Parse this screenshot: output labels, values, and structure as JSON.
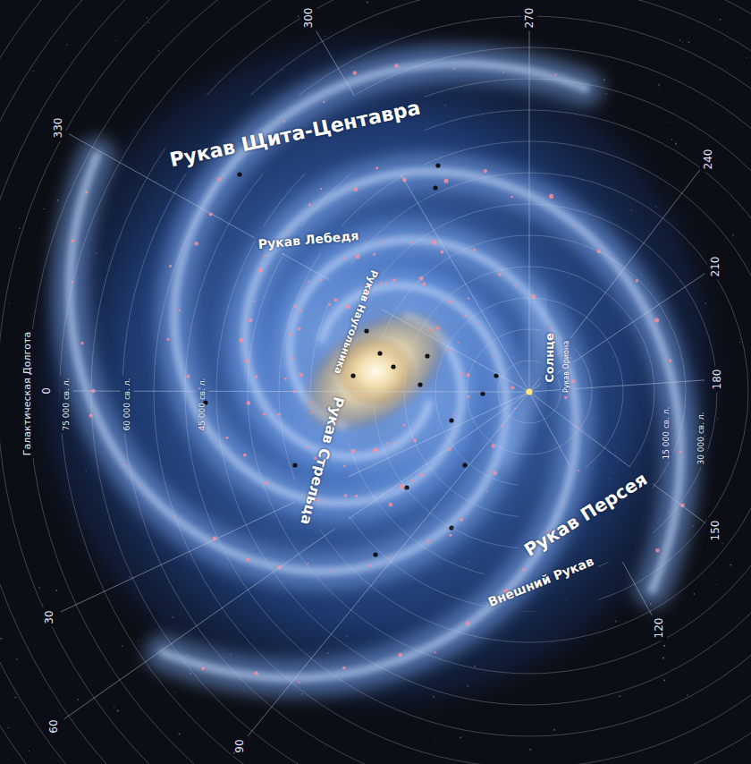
{
  "diagram": {
    "labels": [
      "Галактическая Долгота",
      "0",
      "30",
      "60",
      "90",
      "120",
      "150",
      "180",
      "210",
      "240",
      "270",
      "300",
      "330",
      "75 000 св. л.",
      "60 000 св. л.",
      "45 000 св. л.",
      "15 000 св. л.",
      "30 000 св. л.",
      "Рукав Щита-Центавра",
      "Рукав Лебедя",
      "Рукав Наугольника",
      "Рукав Стрельца",
      "Солнце",
      "Рукав Ориона",
      "Рукав Персея",
      "Внешний Рукав"
    ]
  }
}
